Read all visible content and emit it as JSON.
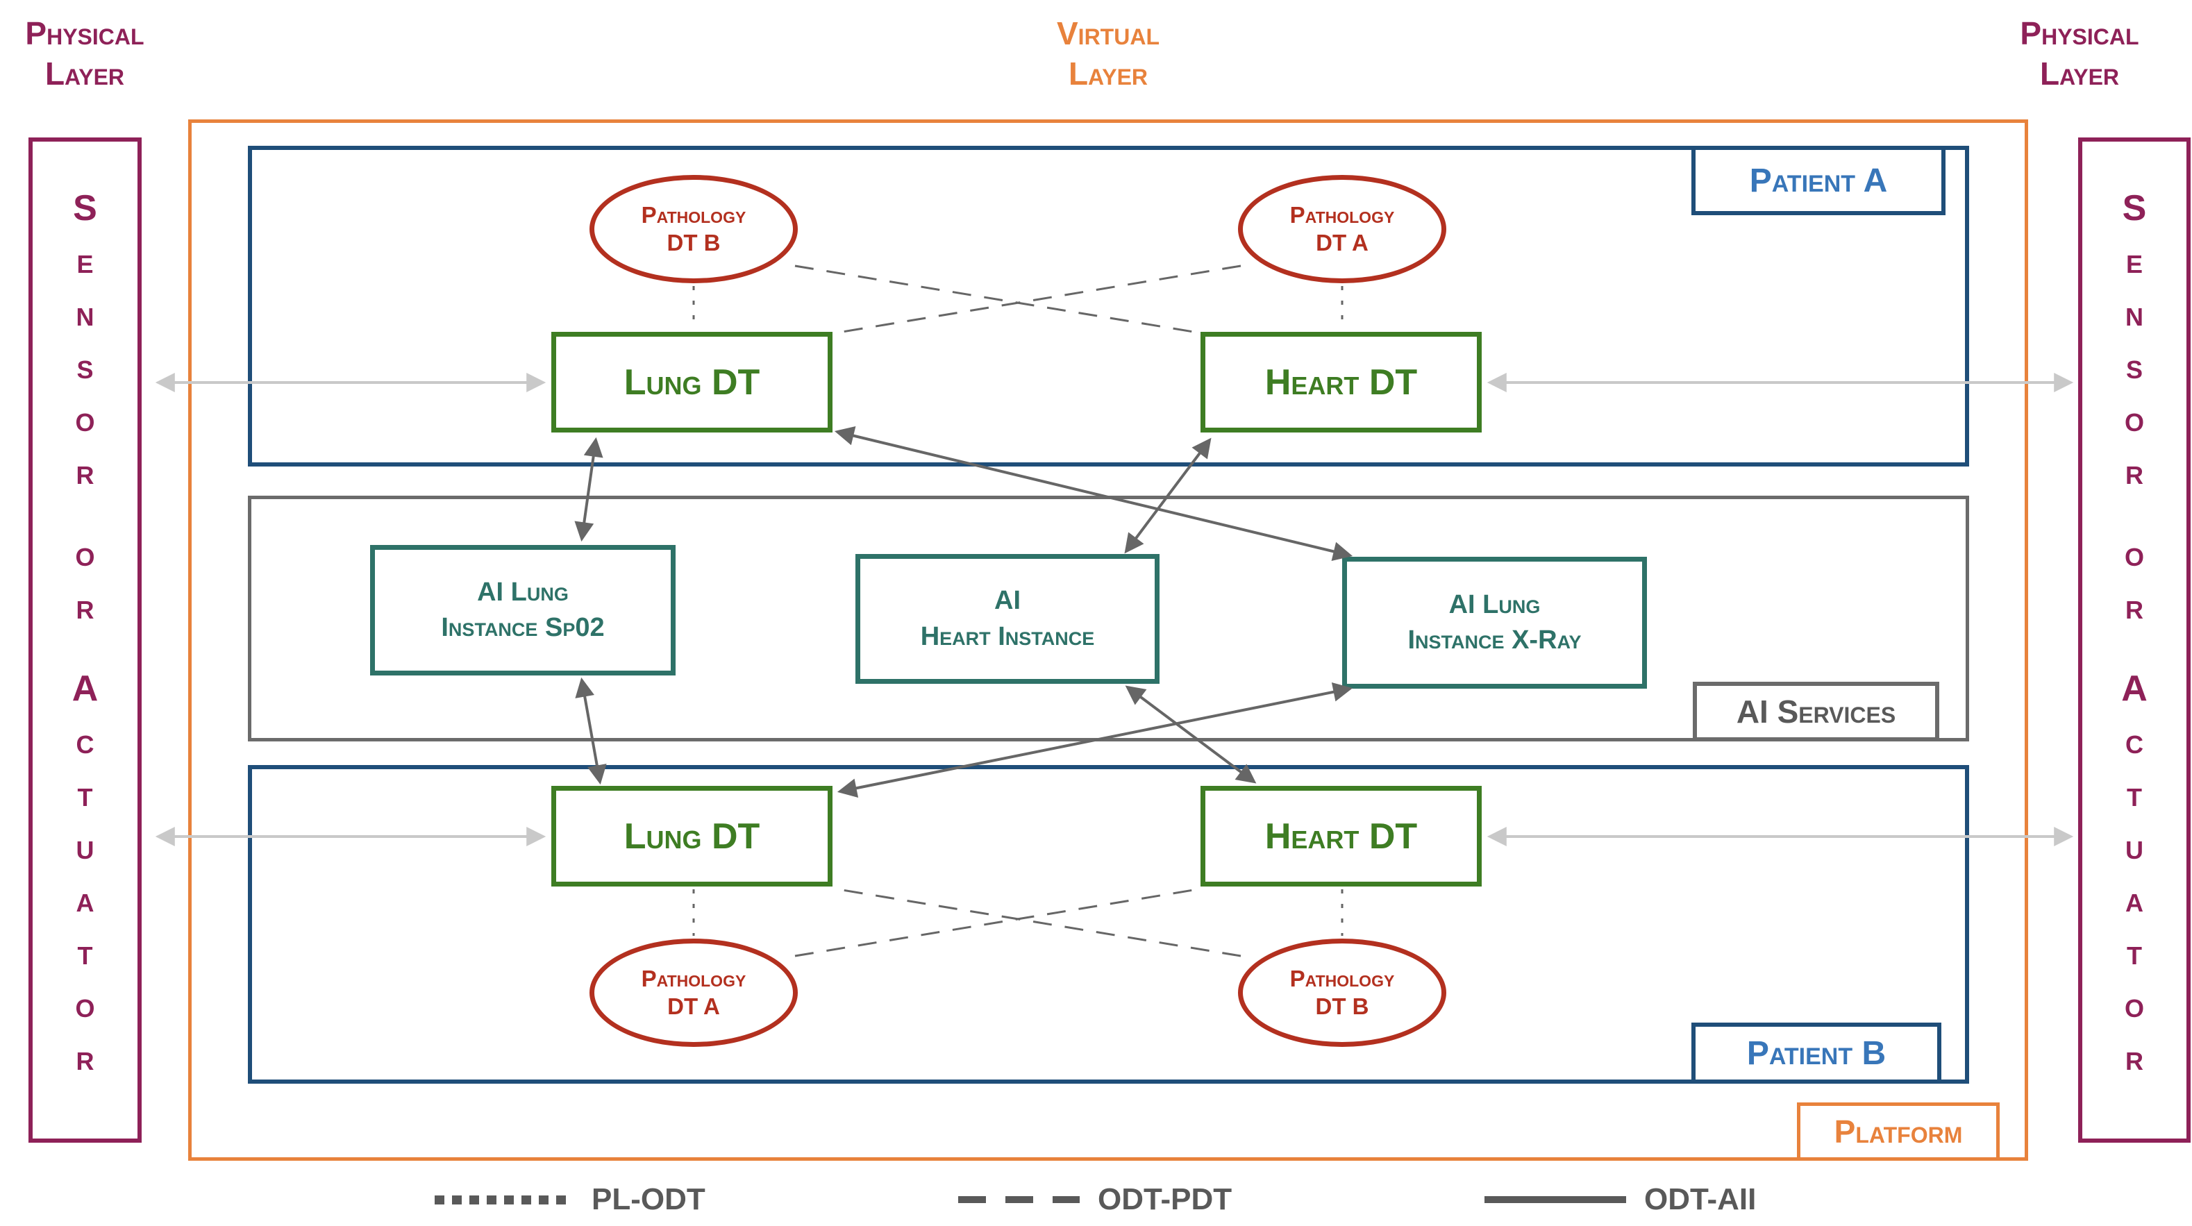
{
  "title_labels": {
    "physical_left": {
      "line1": "Physical",
      "line2": "Layer"
    },
    "virtual": {
      "line1": "Virtual",
      "line2": "Layer"
    },
    "physical_right": {
      "line1": "Physical",
      "line2": "Layer"
    }
  },
  "sensors": {
    "left_text": "Sensor or Actuator",
    "right_text": "Sensor or Actuator"
  },
  "containers": {
    "platform_label": "Platform",
    "patient_a_label": "Patient A",
    "patient_b_label": "Patient B",
    "ai_services_label": "AI Services"
  },
  "nodes": {
    "lung_dt_a": "Lung DT",
    "heart_dt_a": "Heart DT",
    "lung_dt_b": "Lung DT",
    "heart_dt_b": "Heart DT",
    "pathology_b_top": {
      "line1": "Pathology",
      "line2": "DT B"
    },
    "pathology_a_top": {
      "line1": "Pathology",
      "line2": "DT A"
    },
    "pathology_a_bottom": {
      "line1": "Pathology",
      "line2": "DT A"
    },
    "pathology_b_bottom": {
      "line1": "Pathology",
      "line2": "DT B"
    },
    "ai_lung_sp02": {
      "line1": "AI Lung",
      "line2": "Instance Sp02"
    },
    "ai_heart": {
      "line1": "AI",
      "line2": "Heart Instance"
    },
    "ai_lung_xray": {
      "line1": "AI Lung",
      "line2": "Instance X-Ray"
    }
  },
  "legend": [
    {
      "style": "dotted",
      "label": "PL-ODT"
    },
    {
      "style": "dashed",
      "label": "ODT-PDT"
    },
    {
      "style": "solid",
      "label": "ODT-AII"
    }
  ],
  "palette": {
    "maroon": "#8E2158",
    "orange": "#E8823C",
    "navy_border": "#1F4E79",
    "patient_text_blue": "#3876B9",
    "green": "#3E7D23",
    "pathology_red": "#B3301F",
    "teal": "#2E7268",
    "gray_container": "#6B6B6B",
    "connector_gray": "#666666",
    "sensor_link_gray": "#C9C9C9",
    "legend_text_gray": "#595959"
  }
}
